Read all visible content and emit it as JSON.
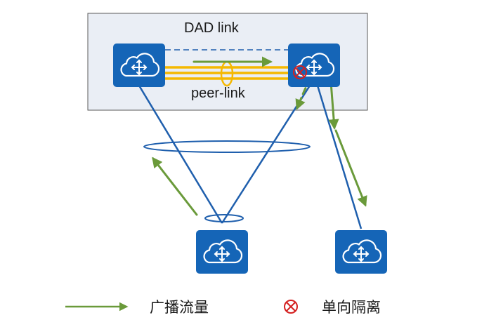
{
  "diagram": {
    "dad_link_label": "DAD link",
    "peer_link_label": "peer-link",
    "node_icon": "cloud-router-icon",
    "isolation_icon": "circle-x-icon"
  },
  "legend": {
    "broadcast_label": "广播流量",
    "isolation_label": "单向隔离"
  },
  "colors": {
    "frame_fill": "#eaeef5",
    "frame_border": "#5a5a5a",
    "device_blue": "#1565b7",
    "link_blue": "#1f5fad",
    "peer_link_yellow": "#f5b800",
    "traffic_green": "#6a9a3a",
    "isolation_red": "#d42020"
  }
}
